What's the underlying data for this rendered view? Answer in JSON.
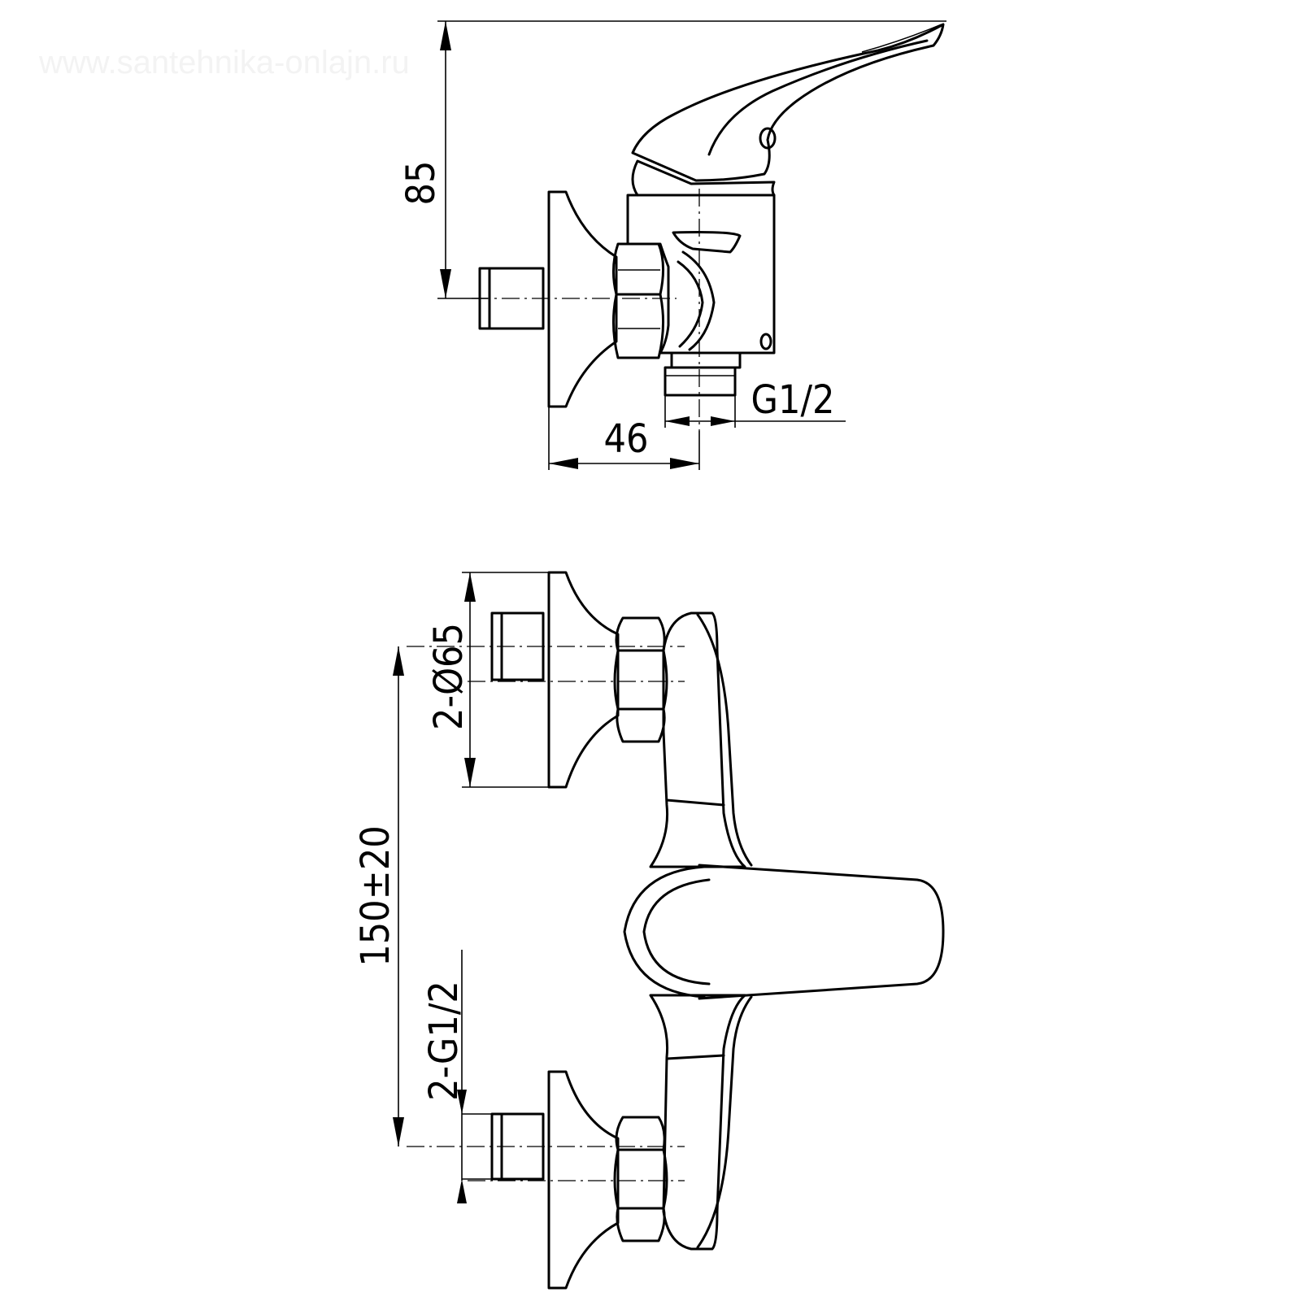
{
  "watermark": "www.santehnika-onlajn.ru",
  "dimensions": {
    "height": "85",
    "depth": "46",
    "outlet_thread": "G1/2",
    "escutcheon_diameter": "2-Ø65",
    "center_distance": "150±20",
    "inlet_thread": "2-G1/2"
  }
}
